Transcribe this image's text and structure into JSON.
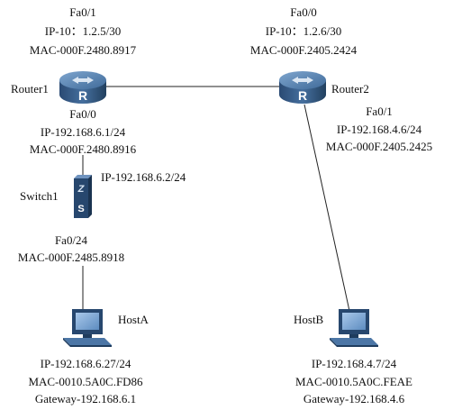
{
  "router1": {
    "name": "Router1",
    "fa01": {
      "port": "Fa0/1",
      "ip": "IP-10：1.2.5/30",
      "mac": "MAC-000F.2480.8917"
    },
    "fa00": {
      "port": "Fa0/0",
      "ip": "IP-192.168.6.1/24",
      "mac": "MAC-000F.2480.8916"
    }
  },
  "router2": {
    "name": "Router2",
    "fa00": {
      "port": "Fa0/0",
      "ip": "IP-10：1.2.6/30",
      "mac": "MAC-000F.2405.2424"
    },
    "fa01": {
      "port": "Fa0/1",
      "ip": "IP-192.168.4.6/24",
      "mac": "MAC-000F.2405.2425"
    }
  },
  "switch1": {
    "name": "Switch1",
    "ip": "IP-192.168.6.2/24",
    "fa024": {
      "port": "Fa0/24",
      "mac": "MAC-000F.2485.8918"
    }
  },
  "hostA": {
    "name": "HostA",
    "ip": "IP-192.168.6.27/24",
    "mac": "MAC-0010.5A0C.FD86",
    "gateway": "Gateway-192.168.6.1"
  },
  "hostB": {
    "name": "HostB",
    "ip": "IP-192.168.4.7/24",
    "mac": "MAC-0010.5A0C.FEAE",
    "gateway": "Gateway-192.168.4.6"
  },
  "icons": {
    "router": "router-icon",
    "switch": "switch-icon",
    "host": "computer-icon"
  },
  "colors": {
    "device_dark": "#1d3557",
    "device_light": "#4f7cac",
    "device_mid": "#2c4f7c",
    "link": "#222222",
    "text": "#111111"
  }
}
